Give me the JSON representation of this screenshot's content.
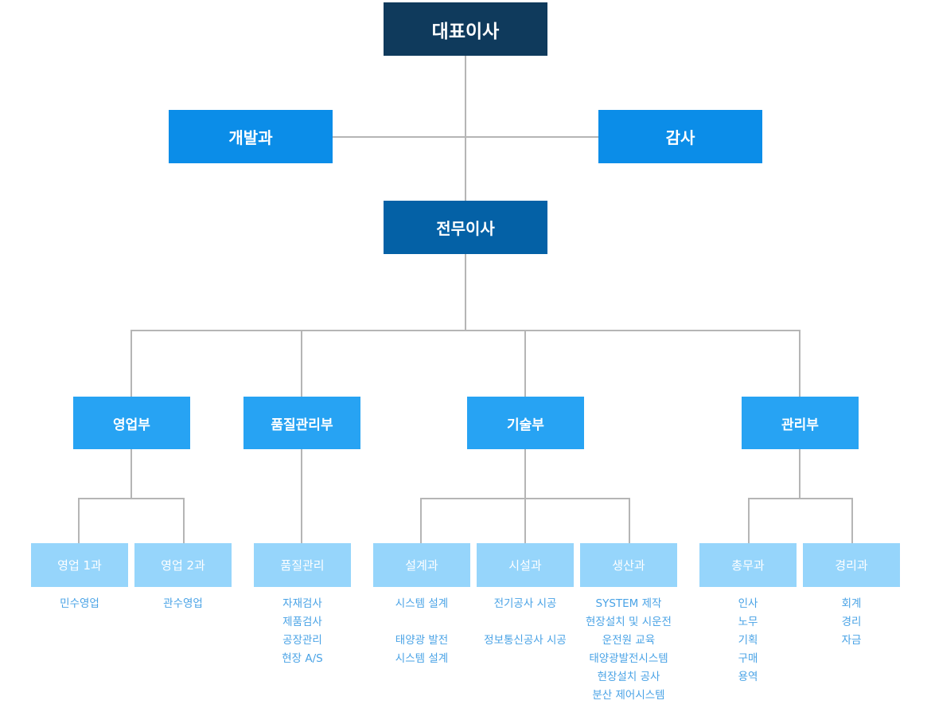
{
  "ceo": "대표이사",
  "side_left": "개발과",
  "side_right": "감사",
  "executive": "전무이사",
  "departments": {
    "sales": "영업부",
    "quality": "품질관리부",
    "tech": "기술부",
    "admin": "관리부"
  },
  "teams": {
    "sales1": {
      "label": "영업 1과",
      "duties": [
        "민수영업"
      ]
    },
    "sales2": {
      "label": "영업 2과",
      "duties": [
        "관수영업"
      ]
    },
    "quality": {
      "label": "품질관리",
      "duties": [
        "자재검사",
        "제품검사",
        "공장관리",
        "현장 A/S"
      ]
    },
    "design": {
      "label": "설계과",
      "duties": [
        "시스템 설계",
        "",
        "태양광 발전",
        "시스템 설계"
      ]
    },
    "facility": {
      "label": "시설과",
      "duties": [
        "전기공사 시공",
        "",
        "정보통신공사 시공"
      ]
    },
    "production": {
      "label": "생산과",
      "duties": [
        "SYSTEM 제작",
        "현장설치 및 시운전",
        "운전원 교육",
        "태양광발전시스템",
        "현장설치 공사",
        "분산 제어시스템"
      ]
    },
    "general": {
      "label": "총무과",
      "duties": [
        "인사",
        "노무",
        "기획",
        "구매",
        "용역"
      ]
    },
    "accounting": {
      "label": "경리과",
      "duties": [
        "회계",
        "경리",
        "자금"
      ]
    }
  }
}
